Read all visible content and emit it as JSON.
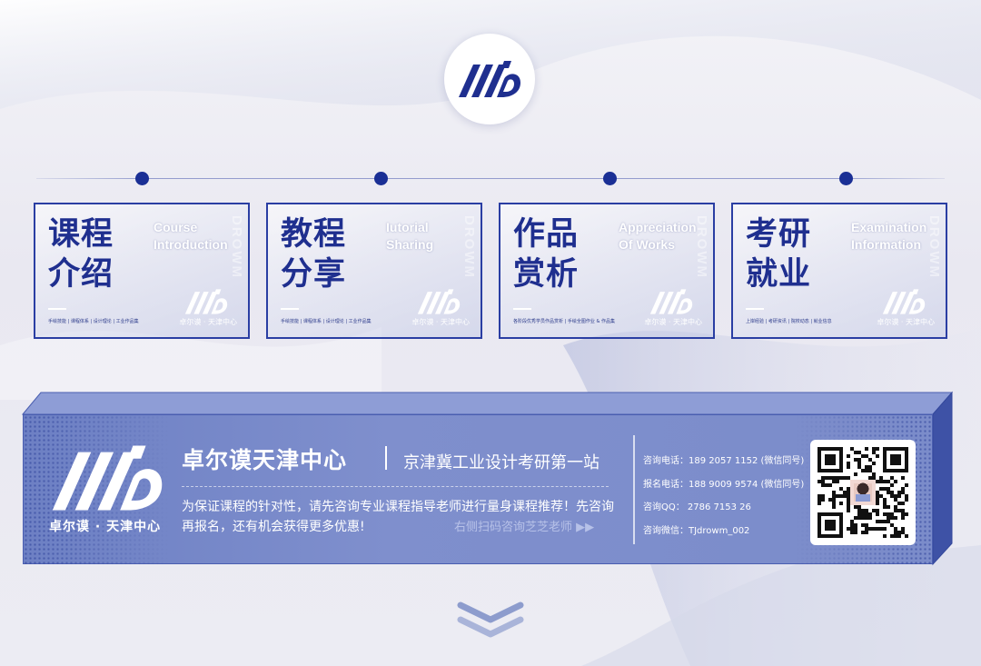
{
  "colors": {
    "accent": "#1a2f95",
    "card_border": "#2a3ea3",
    "banner": "#7b8cca",
    "white": "#ffffff"
  },
  "icons": {
    "logo": "mb-brand-logo-icon",
    "scroll": "double-chevron-down-icon",
    "qr": "qr-code-icon"
  },
  "cards": [
    {
      "zh_line1": "课程",
      "zh_line2": "介绍",
      "en_line1": "Course",
      "en_line2": "Introduction",
      "watermark": "DROWM",
      "sub": "手绘技能 | 课程体系 | 设计理论 | 工业作品集",
      "caption": "卓尔谟 · 天津中心"
    },
    {
      "zh_line1": "教程",
      "zh_line2": "分享",
      "en_line1": "Iutorial",
      "en_line2": "Sharing",
      "watermark": "DROWM",
      "sub": "手绘技能 | 课程体系 | 设计理论 | 工业作品集",
      "caption": "卓尔谟 · 天津中心"
    },
    {
      "zh_line1": "作品",
      "zh_line2": "赏析",
      "en_line1": "Appreciation",
      "en_line2": "Of Works",
      "watermark": "DROWM",
      "sub": "各阶段优秀学员作品赏析 | 手绘全图作业 & 作品集",
      "caption": "卓尔谟 · 天津中心"
    },
    {
      "zh_line1": "考研",
      "zh_line2": "就业",
      "en_line1": "Examination",
      "en_line2": "Information",
      "watermark": "DROWM",
      "sub": "上岸经验 | 考研资讯 | 院校动态 | 就业信息",
      "caption": "卓尔谟 · 天津中心"
    }
  ],
  "banner": {
    "brand_caption": "卓尔谟 · 天津中心",
    "title": "卓尔谟天津中心",
    "tagline": "京津冀工业设计考研第一站",
    "description": "为保证课程的针对性，请先咨询专业课程指导老师进行量身课程推荐！先咨询再报名，还有机会获得更多优惠!",
    "cta": "右侧扫码咨询芝芝老师 ▶▶",
    "contacts": [
      "咨询电话：189 2057 1152 (微信同号)",
      "报名电话：188 9009 9574 (微信同号)",
      "咨询QQ：  2786 7153 26",
      "咨询微信：TJdrowm_002"
    ]
  }
}
